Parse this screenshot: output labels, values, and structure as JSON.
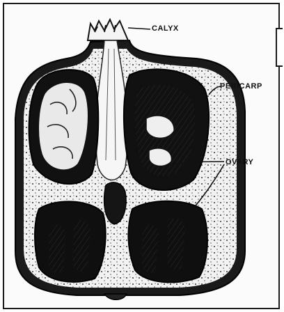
{
  "diagram": {
    "labels": {
      "calyx": "CALYX",
      "pericarp": "PERICARP",
      "ovary": "OVARY"
    }
  },
  "colors": {
    "ink": "#111111",
    "paper": "#fbfbfb",
    "seed": "#e9e9e9"
  }
}
